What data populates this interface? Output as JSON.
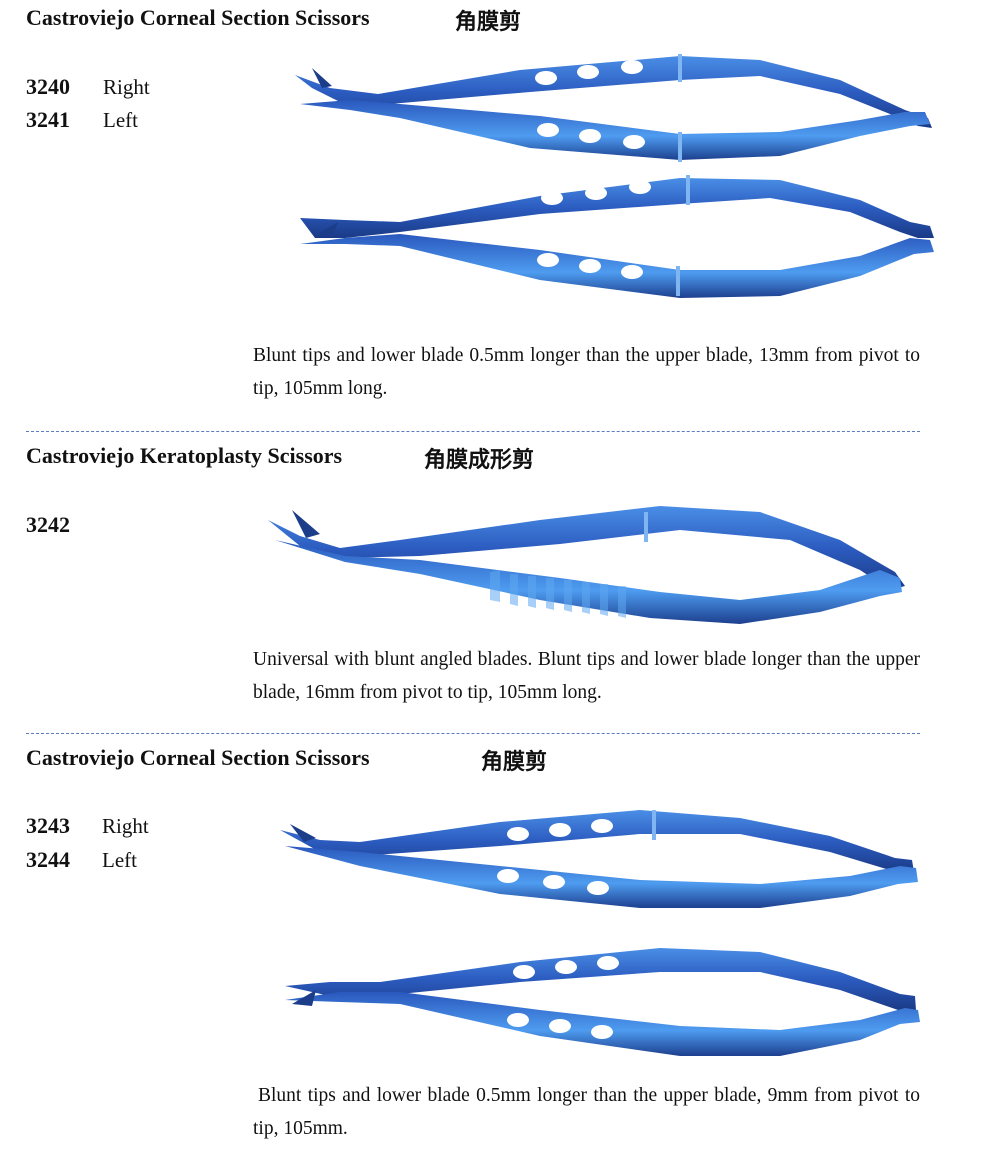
{
  "sections": [
    {
      "title": "Castroviejo Corneal Section Scissors",
      "title_cn": "角膜剪",
      "models": [
        {
          "code": "3240",
          "side": "Right"
        },
        {
          "code": "3241",
          "side": "Left"
        }
      ],
      "description": "Blunt tips and lower blade 0.5mm longer than the upper blade, 13mm from pivot to tip, 105mm long."
    },
    {
      "title": "Castroviejo Keratoplasty Scissors",
      "title_cn": "角膜成形剪",
      "models": [
        {
          "code": "3242",
          "side": ""
        }
      ],
      "description": "Universal with blunt angled blades. Blunt tips and lower blade longer than the upper blade, 16mm from pivot to tip, 105mm long."
    },
    {
      "title": "Castroviejo Corneal Section Scissors",
      "title_cn": "角膜剪",
      "models": [
        {
          "code": "3243",
          "side": "Right"
        },
        {
          "code": "3244",
          "side": "Left"
        }
      ],
      "description": "Blunt tips and lower blade 0.5mm longer than the upper blade, 9mm from pivot to tip, 105mm."
    }
  ],
  "colors": {
    "instrument_blue": "#2f5fc0",
    "instrument_dark": "#1c3d8a",
    "instrument_light": "#5fa8f0",
    "divider": "#5d7bbf"
  },
  "icons": [
    "scissors-illustration"
  ]
}
